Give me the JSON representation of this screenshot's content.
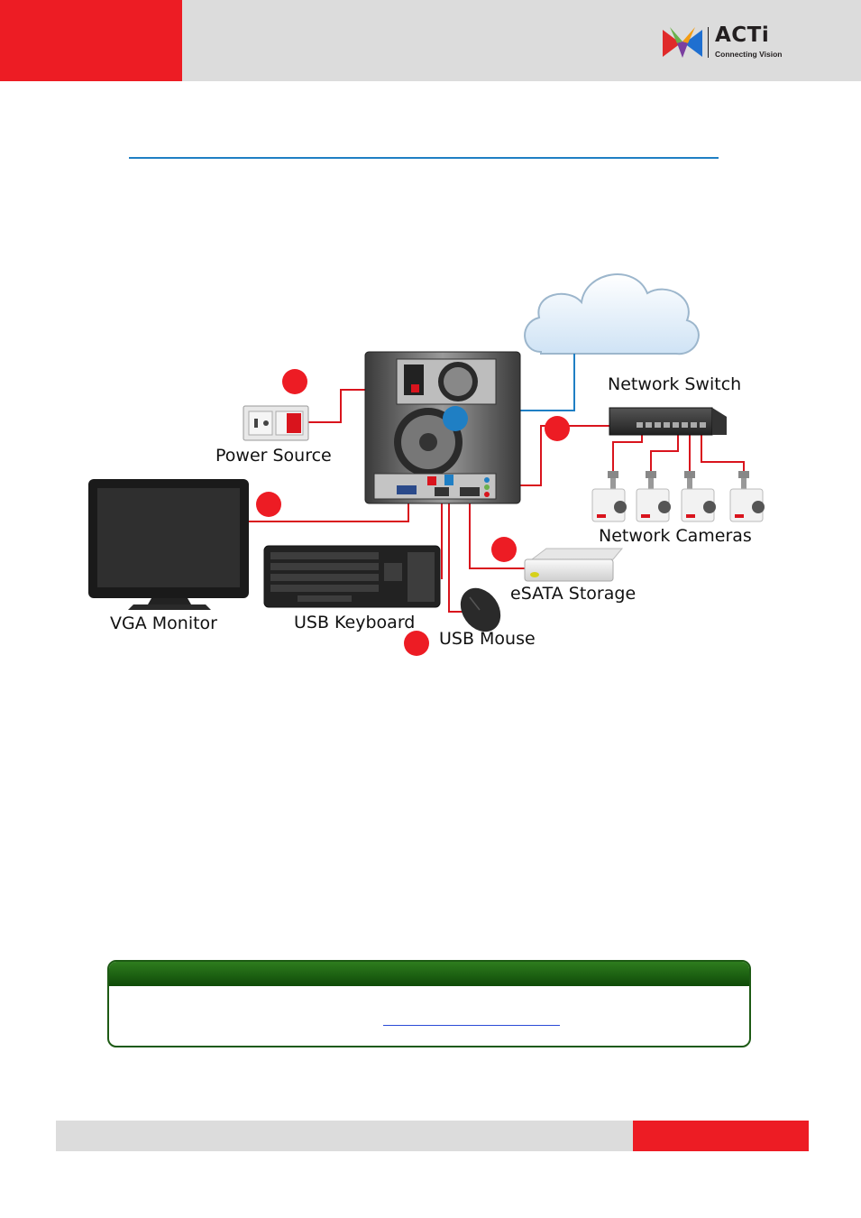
{
  "brand": {
    "name": "ACTi",
    "tagline": "Connecting Vision"
  },
  "diagram": {
    "labels": {
      "power_source": "Power Source",
      "network_switch": "Network Switch",
      "network_cameras": "Network Cameras",
      "vga_monitor": "VGA Monitor",
      "usb_keyboard": "USB Keyboard",
      "esata_storage": "eSATA Storage",
      "usb_mouse": "USB Mouse"
    }
  },
  "colors": {
    "accent_red": "#ed1c24",
    "link_blue": "#1f7fc4",
    "note_green": "#1d5a14",
    "header_gray": "#dcdcdc"
  }
}
